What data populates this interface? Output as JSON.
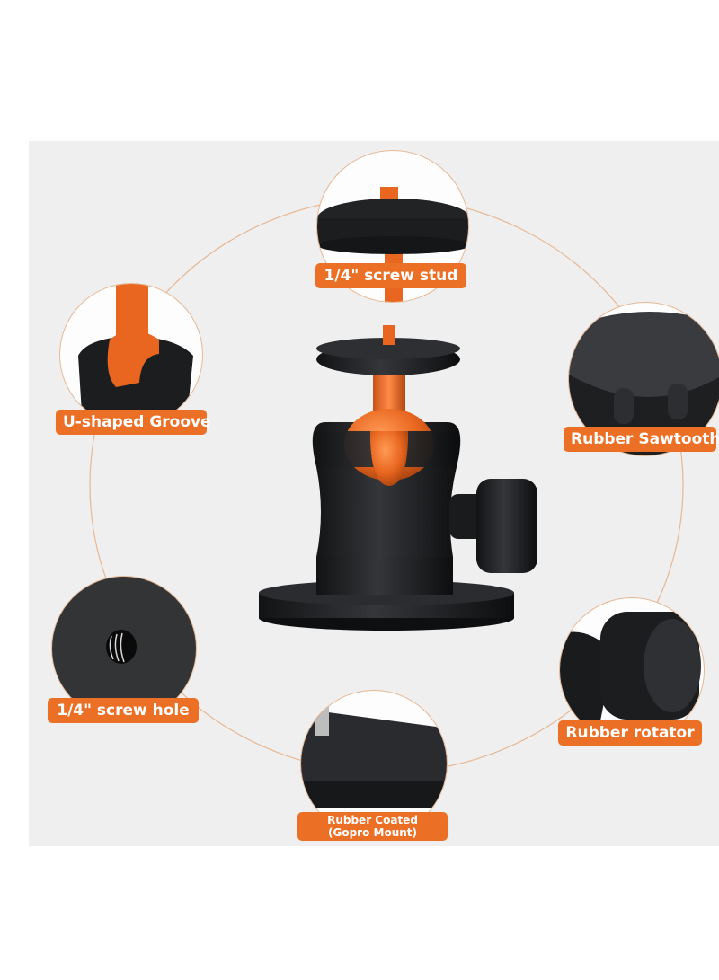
{
  "image": {
    "subject": "ball head camera mount with magnetic base",
    "colors": {
      "background": "#ffffff",
      "panel": "#efefef",
      "accent_orange": "#ec6f26",
      "product_black": "#1e1f21",
      "product_orange": "#e86a22",
      "connector_line": "#e6b894"
    }
  },
  "labels": {
    "top": "1/4\" screw stud",
    "upper_left": "U-shaped Groove",
    "upper_right": "Rubber Sawtooth",
    "lower_left": "1/4\" screw hole",
    "lower_right": "Rubber rotator",
    "bottom_line1": "Rubber Coated",
    "bottom_line2": "(Gopro Mount)"
  }
}
